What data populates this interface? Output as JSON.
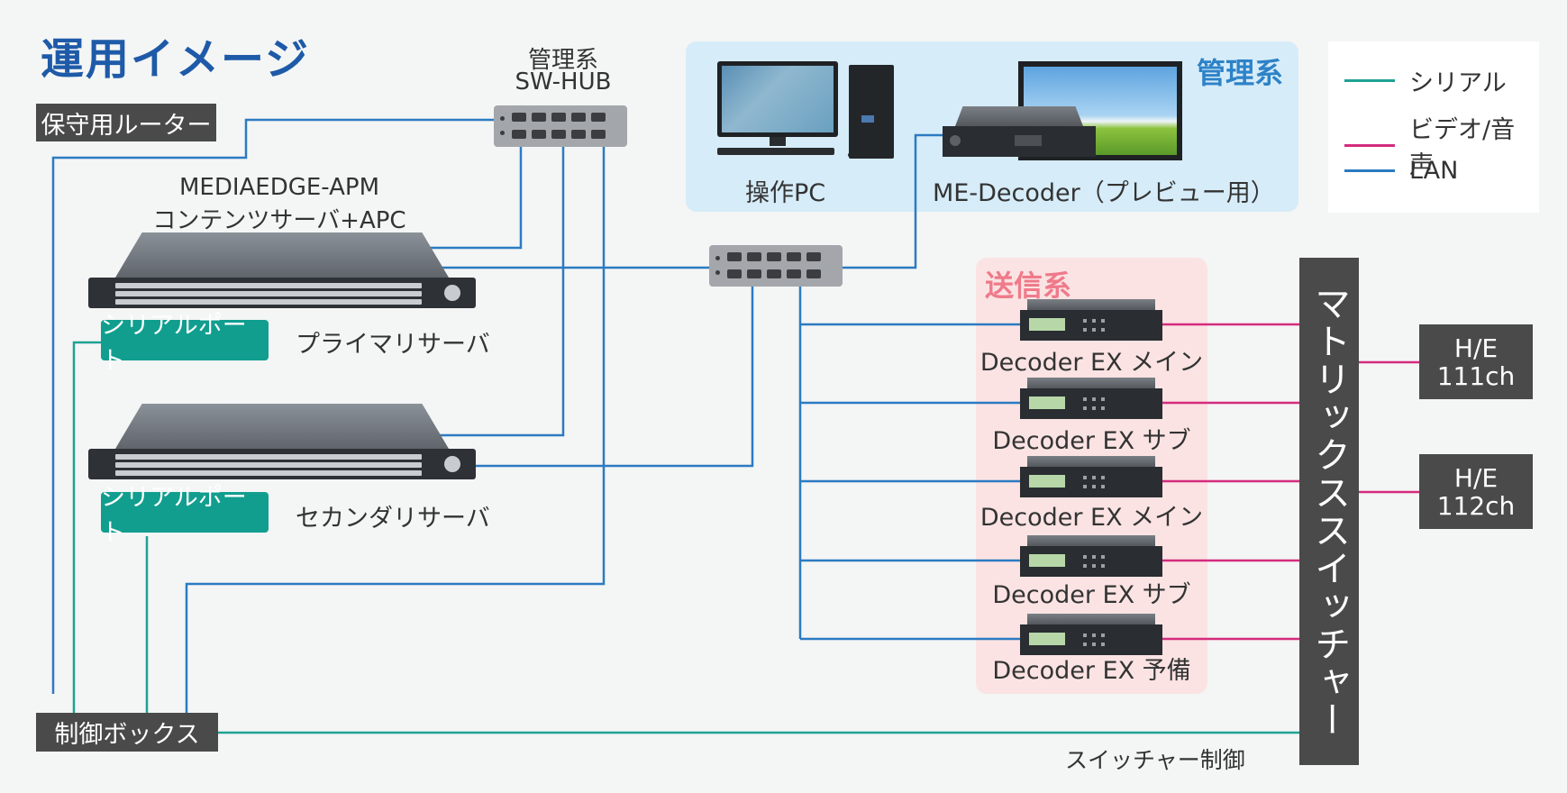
{
  "title": "運用イメージ",
  "colors": {
    "serial": "#1ea294",
    "video_audio": "#d42b7d",
    "lan": "#2b7bc2"
  },
  "legend": [
    {
      "label": "シリアル",
      "color": "#1ea294"
    },
    {
      "label": "ビデオ/音声",
      "color": "#d42b7d"
    },
    {
      "label": "LAN",
      "color": "#2b7bc2"
    }
  ],
  "router": {
    "label": "保守用ルーター"
  },
  "mgmt_hub": {
    "line1": "管理系",
    "line2": "SW-HUB"
  },
  "server_group": {
    "line1": "MEDIAEDGE-APM",
    "line2": "コンテンツサーバ+APC"
  },
  "primary_server": {
    "label": "プライマリサーバ",
    "serial_port": "シリアルポート"
  },
  "secondary_server": {
    "label": "セカンダリサーバ",
    "serial_port": "シリアルポート"
  },
  "mgmt_panel": {
    "title": "管理系",
    "pc_label": "操作PC",
    "decoder_label": "ME-Decoder（プレビュー用）"
  },
  "tx_panel": {
    "title": "送信系",
    "decoders": [
      "Decoder EX メイン",
      "Decoder EX サブ",
      "Decoder EX メイン",
      "Decoder EX サブ",
      "Decoder EX 予備"
    ]
  },
  "matrix_switcher": {
    "label": "マトリックススイッチャー"
  },
  "outputs": [
    {
      "line1": "H/E",
      "line2": "111ch"
    },
    {
      "line1": "H/E",
      "line2": "112ch"
    }
  ],
  "control_box": {
    "label": "制御ボックス"
  },
  "switcher_control": {
    "label": "スイッチャー制御"
  }
}
